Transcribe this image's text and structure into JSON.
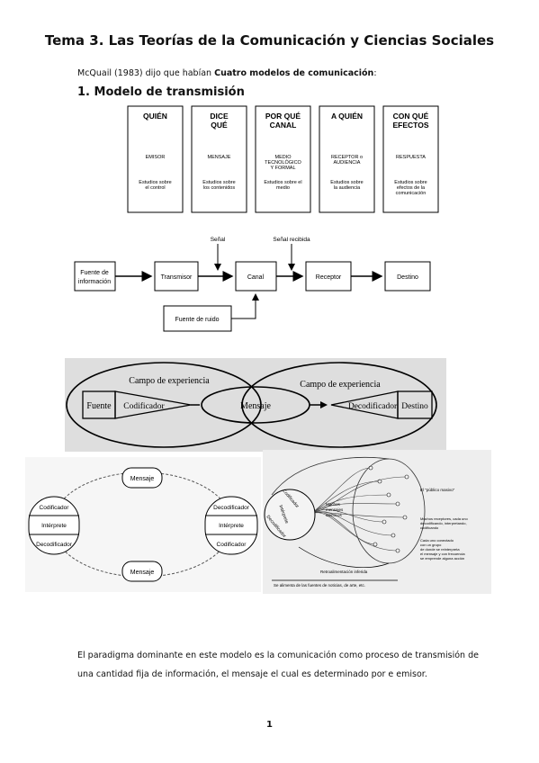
{
  "title": "Tema 3. Las Teorías de la Comunicación y Ciencias Sociales",
  "intro": {
    "prefix": "McQuail (1983) dijo que habían ",
    "bold": "Cuatro modelos de comunicación",
    "suffix": ":"
  },
  "heading": "1.   Modelo de transmisión",
  "lasswell": {
    "columns": [
      {
        "head1": "QUIÉN",
        "head2": "",
        "role1": "EMISOR",
        "role2": "",
        "role3": "",
        "study1": "Estudios sobre",
        "study2": "el control",
        "study3": ""
      },
      {
        "head1": "DICE",
        "head2": "QUÉ",
        "role1": "MENSAJE",
        "role2": "",
        "role3": "",
        "study1": "Estudios sobre",
        "study2": "los contenidos",
        "study3": ""
      },
      {
        "head1": "POR QUÉ",
        "head2": "CANAL",
        "role1": "MEDIO",
        "role2": "TECNOLÓGICO",
        "role3": "Y FORMAL",
        "study1": "Estudios sobre el",
        "study2": "medio",
        "study3": ""
      },
      {
        "head1": "A QUIÉN",
        "head2": "",
        "role1": "RECEPTOR o",
        "role2": "AUDIENCIA",
        "role3": "",
        "study1": "Estudios sobre",
        "study2": "la audiencia",
        "study3": ""
      },
      {
        "head1": "CON QUÉ",
        "head2": "EFECTOS",
        "role1": "RESPUESTA",
        "role2": "",
        "role3": "",
        "study1": "Estudios sobre",
        "study2": "efectos de la",
        "study3": "comunicación"
      }
    ]
  },
  "shannon": {
    "fuente1": "Fuente de",
    "fuente2": "información",
    "transmisor": "Transmisor",
    "canal": "Canal",
    "receptor": "Receptor",
    "destino": "Destino",
    "senal": "Señal",
    "senal_recibida": "Señal recibida",
    "ruido": "Fuente de ruido"
  },
  "schramm": {
    "campo_left": "Campo de experiencia",
    "campo_right": "Campo de experiencia",
    "fuente": "Fuente",
    "codificador": "Codificador",
    "mensaje": "Mensaje",
    "decodificador": "Decodificador",
    "destino": "Destino"
  },
  "circular": {
    "mensaje_top": "Mensaje",
    "mensaje_bottom": "Mensaje",
    "left": [
      "Codificador",
      "Intérprete",
      "Decodificador"
    ],
    "right": [
      "Decodificador",
      "Intérprete",
      "Codificador"
    ]
  },
  "mass": {
    "circle": [
      "Codificador",
      "Intérprete",
      "Decodificador"
    ],
    "muchos": [
      "Muchos",
      "mensajes",
      "idénticos"
    ],
    "publico": "El \"público masivo\"",
    "receptores": [
      "Muchos receptores, cada uno",
      "decodificando, interpretando,",
      "codificando"
    ],
    "conectado": [
      "Cada uno conectado",
      "con un grupo",
      "de donde se reinterpreta",
      "el mensaje y con frecuencia",
      "se emprende alguna acción"
    ],
    "retro": "Retroalimentación inferida",
    "alimenta": "Se alimenta de las fuentes de noticias, de arte, etc."
  },
  "paragraph": {
    "line1": "El paradigma dominante en este modelo es la comunicación como proceso de transmisión de",
    "line2": "una cantidad fija de información, el mensaje el cual es determinado por e emisor."
  },
  "page_number": "1"
}
